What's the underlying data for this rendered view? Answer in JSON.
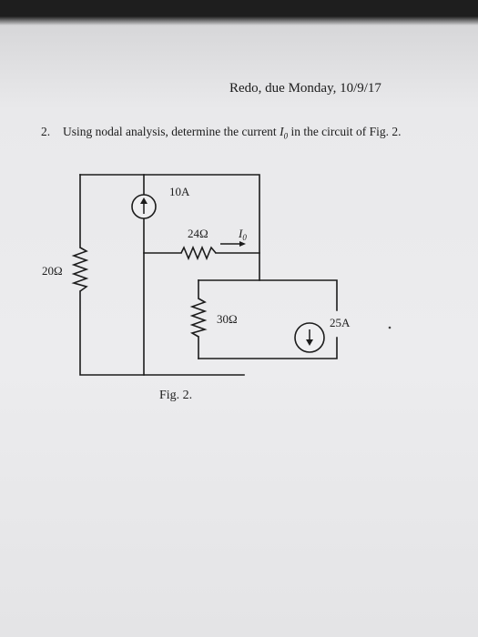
{
  "header": {
    "text": "Redo, due Monday, 10/9/17"
  },
  "problem": {
    "number": "2.",
    "text_before": "Using nodal analysis, determine the current ",
    "current_symbol": "I",
    "current_subscript": "0",
    "text_after": " in the circuit of Fig. 2."
  },
  "circuit": {
    "source_top_label": "10A",
    "source_right_label": "25A",
    "resistor_left_label": "20Ω",
    "resistor_top_label": "24Ω",
    "resistor_mid_label": "30Ω",
    "current_label": "I",
    "current_label_sub": "0"
  },
  "figure": {
    "caption": "Fig. 2."
  },
  "colors": {
    "ink": "#1c1c1c",
    "paper": "#ececee",
    "top_band": "#1e1e1e"
  }
}
